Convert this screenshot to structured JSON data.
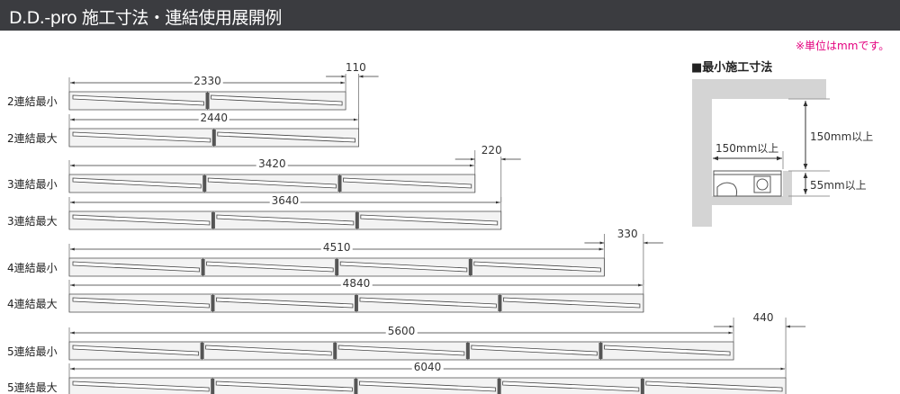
{
  "header": {
    "title": "D.D.-pro 施工寸法・連結使用展開例"
  },
  "note": "※単位はmmです。",
  "min_install": {
    "title": "■最小施工寸法",
    "width_label": "150mm以上",
    "top_label": "150mm以上",
    "bottom_label": "55mm以上"
  },
  "chart_data": {
    "type": "diagram",
    "units": "mm",
    "rows": [
      {
        "label": "2連結最小",
        "count": 2,
        "length": 2330
      },
      {
        "label": "2連結最大",
        "count": 2,
        "length": 2440,
        "extension": "110"
      },
      {
        "label": "3連結最小",
        "count": 3,
        "length": 3420
      },
      {
        "label": "3連結最大",
        "count": 3,
        "length": 3640,
        "extension": "220"
      },
      {
        "label": "4連結最小",
        "count": 4,
        "length": 4510
      },
      {
        "label": "4連結最大",
        "count": 4,
        "length": 4840,
        "extension": "330"
      },
      {
        "label": "5連結最小",
        "count": 5,
        "length": 5600
      },
      {
        "label": "5連結最大",
        "count": 5,
        "length": 6040,
        "extension": "440"
      }
    ]
  },
  "colors": {
    "header": "#3b3c40",
    "note": "#e4007f",
    "wall": "#d4d4d4"
  }
}
